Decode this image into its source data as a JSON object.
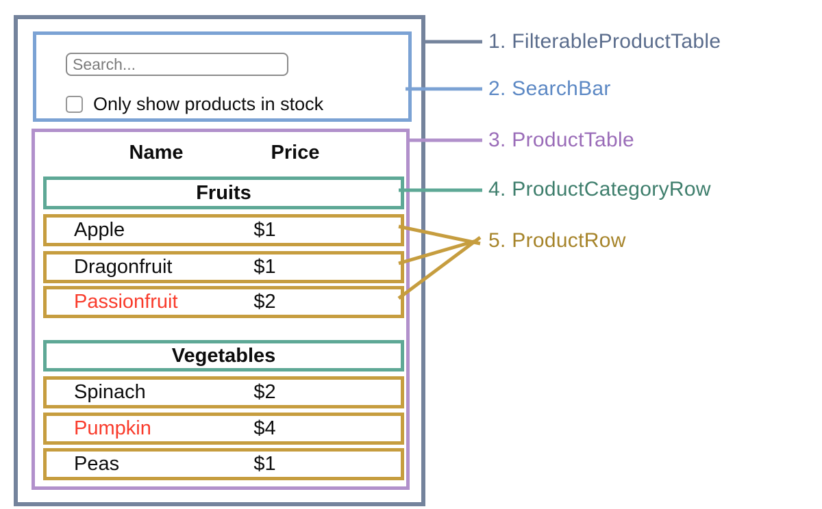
{
  "search_bar": {
    "search_placeholder": "Search...",
    "checkbox_label": "Only show products in stock",
    "checkbox_checked": false
  },
  "table": {
    "headers": {
      "name": "Name",
      "price": "Price"
    },
    "sections": [
      {
        "category": "Fruits",
        "rows": [
          {
            "name": "Apple",
            "price": "$1",
            "in_stock": true
          },
          {
            "name": "Dragonfruit",
            "price": "$1",
            "in_stock": true
          },
          {
            "name": "Passionfruit",
            "price": "$2",
            "in_stock": false
          }
        ]
      },
      {
        "category": "Vegetables",
        "rows": [
          {
            "name": "Spinach",
            "price": "$2",
            "in_stock": true
          },
          {
            "name": "Pumpkin",
            "price": "$4",
            "in_stock": false
          },
          {
            "name": "Peas",
            "price": "$1",
            "in_stock": true
          }
        ]
      }
    ]
  },
  "annotations": [
    {
      "text": "1. FilterableProductTable",
      "color": "#5A6C8C"
    },
    {
      "text": "2. SearchBar",
      "color": "#5C88C4"
    },
    {
      "text": "3. ProductTable",
      "color": "#9A6CB8"
    },
    {
      "text": "4. ProductCategoryRow",
      "color": "#3E7E6C"
    },
    {
      "text": "5. ProductRow",
      "color": "#A6842A"
    }
  ],
  "line_colors": {
    "filterable_product_table": "#74839C",
    "search_bar": "#7BA2D4",
    "product_table": "#B190CB",
    "product_category_row": "#5EA896",
    "product_row": "#C69D3F"
  },
  "out_of_stock_color": "#F93B2B"
}
